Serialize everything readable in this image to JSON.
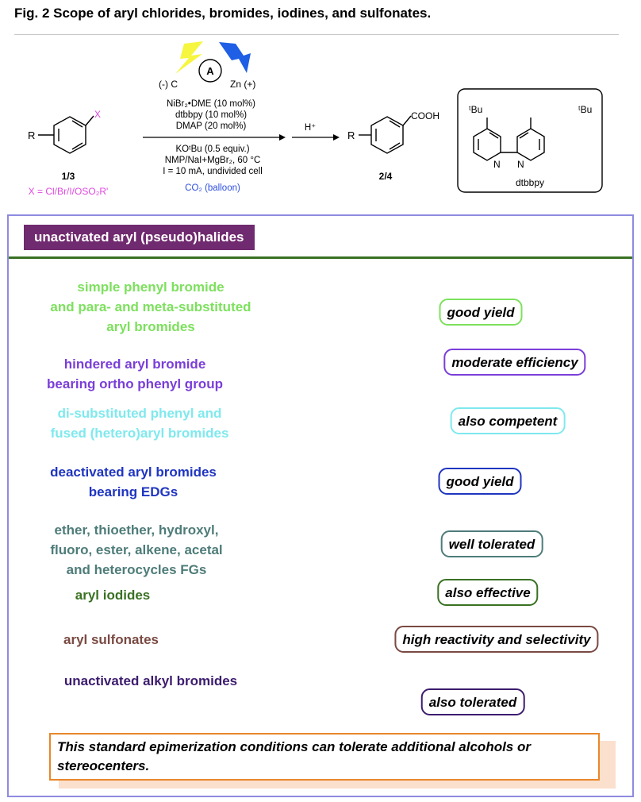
{
  "figure": {
    "title": "Fig. 2 Scope of aryl chlorides, bromides, iodines, and sulfonates."
  },
  "scheme": {
    "anode_label": "(-) C",
    "cathode_label": "Zn (+)",
    "cell_letter": "A",
    "reagents": [
      "NiBr₂•DME (10 mol%)",
      "dtbbpy (10 mol%)",
      "DMAP (20 mol%)"
    ],
    "conditions": [
      "KOᵗBu (0.5 equiv.)",
      "NMP/NaI+MgBr₂, 60 °C",
      "I = 10 mA, undivided cell"
    ],
    "co2": "CO₂ (balloon)",
    "acid": "H⁺",
    "substrate": {
      "r_group": "R",
      "leaving_group": "X",
      "label": "1/3",
      "x_definition": "X = Cl/Br/I/OSO₂R'"
    },
    "product": {
      "r_group": "R",
      "functional_group": "COOH",
      "label": "2/4"
    },
    "ligand": {
      "name": "dtbbpy",
      "substituent": "ᵗBu",
      "ring_atom": "N"
    }
  },
  "category": "unactivated aryl (pseudo)halides",
  "items": [
    {
      "desc": "simple phenyl bromide\nand para- and meta-substituted\naryl bromides",
      "result": "good yield",
      "color": "#7de05e"
    },
    {
      "desc": "hindered aryl bromide\nbearing ortho phenyl group",
      "result": "moderate efficiency",
      "color": "#7a3ed8"
    },
    {
      "desc": "di-substituted phenyl and\nfused (hetero)aryl bromides",
      "result": "also competent",
      "color": "#7fe9ee"
    },
    {
      "desc": "deactivated aryl bromides\nbearing EDGs",
      "result": "good yield",
      "color": "#1f35c0"
    },
    {
      "desc": "ether, thioether, hydroxyl,\nfluoro, ester, alkene, acetal\nand heterocycles FGs",
      "result": "well tolerated",
      "color": "#4e7c79"
    },
    {
      "desc": "aryl iodides",
      "result": "also effective",
      "color": "#397123"
    },
    {
      "desc": "aryl sulfonates",
      "result": "high reactivity and selectivity",
      "color": "#7a4a43"
    },
    {
      "desc": "unactivated alkyl bromides",
      "result": "also tolerated",
      "color": "#3c1c6e"
    }
  ],
  "note": "This standard epimerization conditions can tolerate additional alcohols or stereocenters.",
  "colors": {
    "panel_border": "#8e8be0",
    "badge_bg": "#702a6f",
    "divider": "#397123",
    "note_border": "#e8872a",
    "note_shadow": "#fbe0ce",
    "x_label": "#e048e0",
    "co2_label": "#2d4fe0",
    "bolt_yellow": "#f6f640",
    "bolt_blue": "#1f5fe6"
  }
}
